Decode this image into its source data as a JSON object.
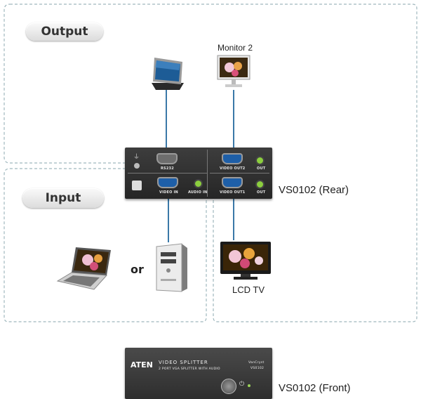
{
  "sections": {
    "output_label": "Output",
    "input_label": "Input"
  },
  "devices": {
    "monitor2_label": "Monitor 2",
    "lcd_tv_label": "LCD TV",
    "or_label": "or"
  },
  "rear_panel": {
    "model_label": "VS0102 (Rear)",
    "ports": {
      "rs232": "RS232",
      "video_out2": "VIDEO OUT2",
      "out_top": "OUT",
      "video_in": "VIDEO IN",
      "audio_in": "AUDIO IN",
      "video_out1": "VIDEO OUT1",
      "out_bottom": "OUT"
    }
  },
  "front_panel": {
    "model_label": "VS0102 (Front)",
    "brand": "ATEN",
    "title": "VIDEO SPLITTER",
    "subtitle": "2 PORT VGA SPLITTER WITH AUDIO",
    "series": "VanCryst",
    "model": "VS0102"
  },
  "colors": {
    "dashed_border": "#9fb7bd",
    "cable": "#3a78a8",
    "vga_port": "#1e5fa8",
    "audio_jack": "#8ccf3e",
    "device_body": "#2e2e2e"
  }
}
